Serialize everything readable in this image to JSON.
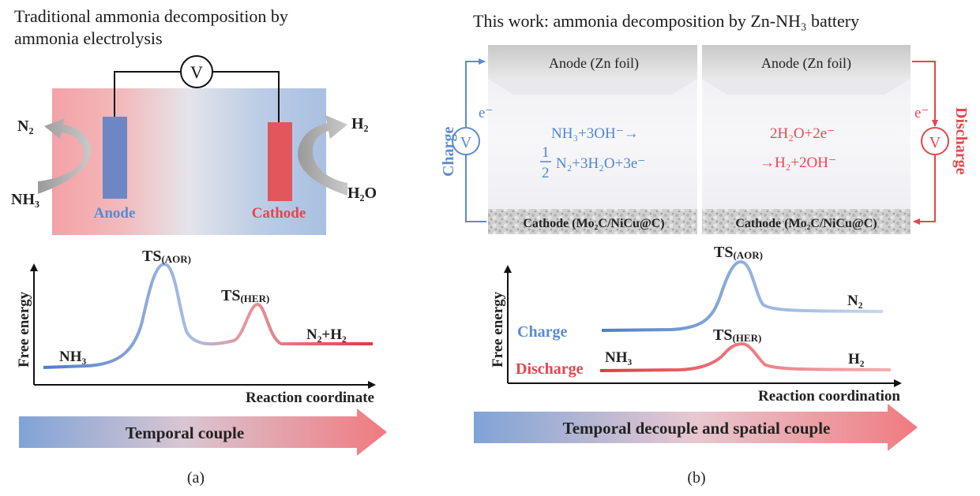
{
  "panel_a": {
    "title_line1": "Traditional ammonia decomposition by",
    "title_line2": "ammonia electrolysis",
    "voltmeter": "V",
    "anode_label": "Anode",
    "cathode_label": "Cathode",
    "n2": "N₂",
    "nh3": "NH₃",
    "h2": "H₂",
    "h2o": "H₂O",
    "ylabel": "Free  energy",
    "xlabel": "Reaction coordinate",
    "ts_aor": "TS",
    "ts_aor_sub": "(AOR)",
    "ts_her": "TS",
    "ts_her_sub": "(HER)",
    "curve_start": "NH₃",
    "curve_end": "N₂+H₂",
    "arrow_text": "Temporal couple",
    "caption": "(a)"
  },
  "panel_b": {
    "title": "This work: ammonia decomposition by Zn-NH₃ battery",
    "anode_left": "Anode (Zn foil)",
    "anode_right": "Anode (Zn foil)",
    "cathode_left": "Cathode (Mo₂C/NiCu@C)",
    "cathode_right": "Cathode (Mo₂C/NiCu@C)",
    "charge_vertical": "Charge",
    "discharge_vertical": "Discharge",
    "electron_left": "e⁻",
    "electron_right": "e⁻",
    "voltmeter": "V",
    "eq_left_1": "NH₃+3OH⁻→",
    "eq_left_frac_num": "1",
    "eq_left_frac_den": "2",
    "eq_left_2": "N₂+3H₂O+3e⁻",
    "eq_right_1": "2H₂O+2e⁻",
    "eq_right_2": "→H₂+2OH⁻",
    "ylabel": "Free  energy",
    "xlabel": "Reaction coordination",
    "charge_label": "Charge",
    "discharge_label": "Discharge",
    "nh3": "NH₃",
    "ts_aor": "TS",
    "ts_aor_sub": "(AOR)",
    "ts_her": "TS",
    "ts_her_sub": "(HER)",
    "n2": "N₂",
    "h2": "H₂",
    "arrow_text": "Temporal decouple and spatial couple",
    "caption": "(b)"
  },
  "colors": {
    "blue": "#5b8bd0",
    "red": "#e2464c",
    "anode_rod": "#6f86c4",
    "cathode_rod": "#e2575c"
  }
}
